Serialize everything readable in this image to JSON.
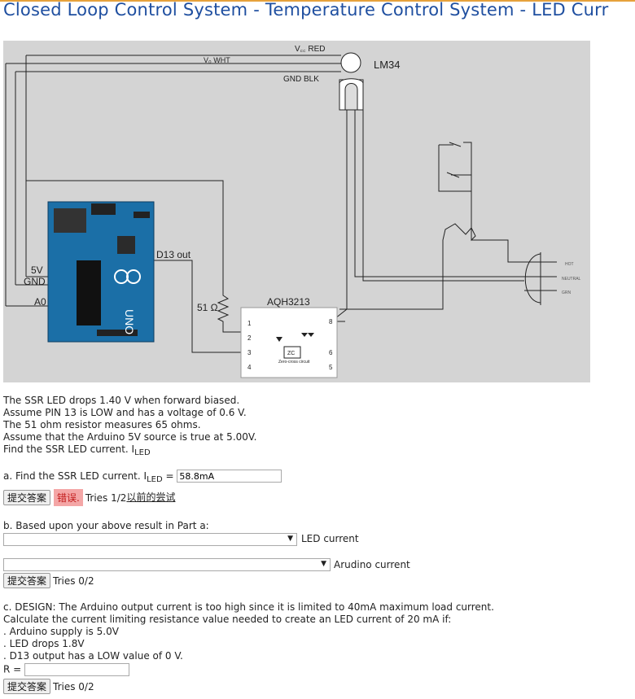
{
  "page": {
    "title": "Closed Loop Control System - Temperature Control System - LED Curr"
  },
  "diagram": {
    "labels": {
      "vcc": "V꜀꜀ RED",
      "vo": "V₀ WHT",
      "gnd": "GND BLK",
      "sensor": "LM34",
      "d13": "D13 out",
      "v5": "5V",
      "gnd_pin": "GND",
      "a0": "A0",
      "resistor": "51 Ω",
      "ssr": "AQH3213",
      "pin1": "1",
      "pin2": "2",
      "pin3": "3",
      "pin4": "4",
      "pin5": "5",
      "pin6": "6",
      "pin8": "8",
      "zc": "ZC",
      "zc_caption": "Zero-cross circuit",
      "hot": "HOT",
      "neutral": "NEUTRAL",
      "grn": "GRN",
      "board_brand": "UNO"
    }
  },
  "problem": {
    "lines": [
      "The SSR LED drops 1.40 V when forward biased.",
      "Assume PIN 13 is LOW and has a voltage of 0.6 V.",
      "The 51 ohm resistor measures 65 ohms.",
      "Assume that the Arduino 5V source is true at 5.00V."
    ],
    "find_prefix": "Find the SSR LED current. I",
    "find_sub": "LED"
  },
  "part_a": {
    "label_prefix": "a. Find the SSR LED current. I",
    "label_sub": "LED",
    "label_suffix": " =",
    "value": "58.8mA",
    "submit": "提交答案",
    "status": "错误.",
    "tries": "Tries 1/2",
    "previous_link": "以前的尝试"
  },
  "part_b": {
    "label": "b. Based upon your above result in Part a:",
    "select1_value": "",
    "select1_label": "LED current",
    "select2_value": "",
    "select2_label": "Arudino current",
    "submit": "提交答案",
    "tries": "Tries 0/2"
  },
  "part_c": {
    "lines": [
      "c. DESIGN: The Arduino output current is too high since it is limited to 40mA maximum load current.",
      "Calculate the current limiting resistance value needed to create an LED current of 20 mA if:",
      ". Arduino supply is 5.0V",
      ". LED drops 1.8V",
      ". D13 output has a LOW value of 0 V."
    ],
    "r_label": "R =",
    "r_value": "",
    "submit": "提交答案",
    "tries": "Tries 0/2"
  }
}
